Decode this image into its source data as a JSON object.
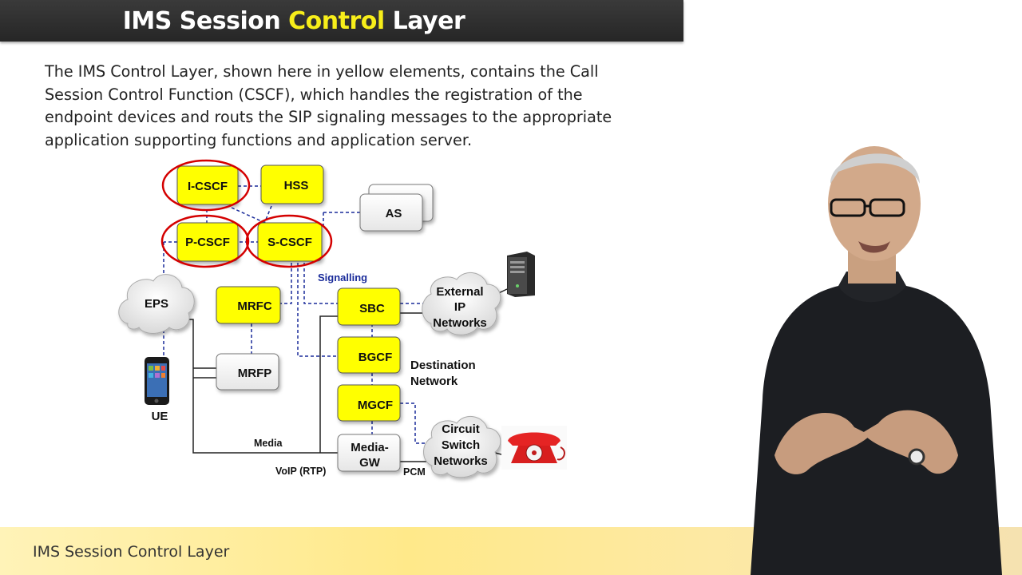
{
  "slide": {
    "title_part1": "IMS Session ",
    "title_highlight": "Control",
    "title_part2": " Layer",
    "intro_line1": "The IMS Control Layer, shown here in yellow elements,  contains the Call",
    "intro_line2": "Session Control Function (CSCF), which handles  the registration of the",
    "intro_line3": "endpoint devices and routs the SIP signaling messages to the appropriate",
    "intro_line4": "application supporting functions and application server.",
    "footer": "IMS Session Control Layer"
  },
  "diagram": {
    "nodes": {
      "icscf": "I-CSCF",
      "hss": "HSS",
      "as": "AS",
      "pcscf": "P-CSCF",
      "scscf": "S-CSCF",
      "mrfc": "MRFC",
      "sbc": "SBC",
      "bgcf": "BGCF",
      "mgcf": "MGCF",
      "mrfp": "MRFP",
      "media_gw_1": "Media-",
      "media_gw_2": "GW"
    },
    "clouds": {
      "eps": "EPS",
      "ext_1": "External",
      "ext_2": "IP",
      "ext_3": "Networks",
      "cs_1": "Circuit",
      "cs_2": "Switch",
      "cs_3": "Networks"
    },
    "labels": {
      "signalling": "Signalling",
      "destination_1": "Destination",
      "destination_2": "Network",
      "media": "Media",
      "voip": "VoIP (RTP)",
      "pcm": "PCM",
      "ue": "UE"
    }
  },
  "colors": {
    "control_fill": "#ffff00",
    "highlight_ring": "#d40000",
    "signal_line": "#1a2b9a",
    "title_highlight": "#f7ee1a"
  }
}
